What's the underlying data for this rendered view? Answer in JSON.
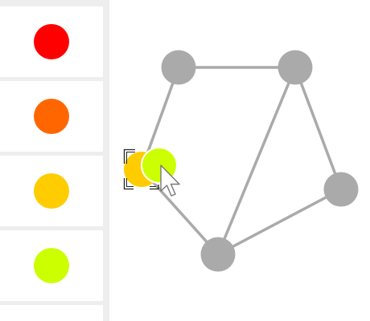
{
  "palette": {
    "colors": [
      {
        "name": "red",
        "hex": "#ff0000"
      },
      {
        "name": "orange",
        "hex": "#ff6600"
      },
      {
        "name": "amber",
        "hex": "#ffcc00"
      },
      {
        "name": "chartreuse",
        "hex": "#ccff00"
      }
    ],
    "background": "#eeeeee"
  },
  "graph": {
    "edge_color": "#aaaaaa",
    "uncolored_node_color": "#aaaaaa",
    "nodes": [
      {
        "id": "top-left",
        "fill": "#aaaaaa"
      },
      {
        "id": "top-right",
        "fill": "#aaaaaa"
      },
      {
        "id": "right",
        "fill": "#aaaaaa"
      },
      {
        "id": "bottom",
        "fill": "#aaaaaa"
      },
      {
        "id": "left",
        "fill": "#ffcc00",
        "selected": true
      }
    ],
    "edges": [
      [
        "top-left",
        "top-right"
      ],
      [
        "top-left",
        "left"
      ],
      [
        "top-right",
        "right"
      ],
      [
        "top-right",
        "bottom"
      ],
      [
        "right",
        "bottom"
      ],
      [
        "bottom",
        "left"
      ]
    ]
  },
  "drag": {
    "color": "chartreuse",
    "hex": "#ccff00",
    "cursor": "arrow-cursor-icon"
  }
}
